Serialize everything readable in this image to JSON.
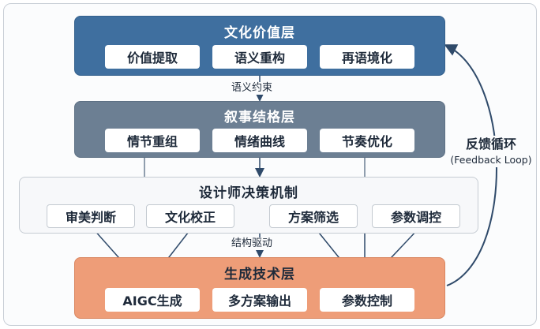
{
  "layers": {
    "culture": {
      "title": "文化价值层",
      "items": [
        "价值提取",
        "语义重构",
        "再语境化"
      ]
    },
    "narrative": {
      "title": "叙事结格层",
      "items": [
        "情节重组",
        "情绪曲线",
        "节奏优化"
      ]
    },
    "designer": {
      "title": "设计师决策机制",
      "items": [
        "审美判断",
        "文化校正",
        "方案筛选",
        "参数调控"
      ]
    },
    "tech": {
      "title": "生成技术层",
      "items": [
        "AIGC生成",
        "多方案输出",
        "参数控制"
      ]
    }
  },
  "connectors": {
    "semantic": "语义约束",
    "structure": "结构驱动"
  },
  "feedback": {
    "title": "反馈循环",
    "subtitle": "(Feedback Loop)"
  },
  "colors": {
    "culture": "#3f6f9f",
    "narrative": "#6c7f93",
    "designer": "#f7f8fa",
    "tech": "#ee9d78",
    "arrow": "#2f4a6a"
  }
}
